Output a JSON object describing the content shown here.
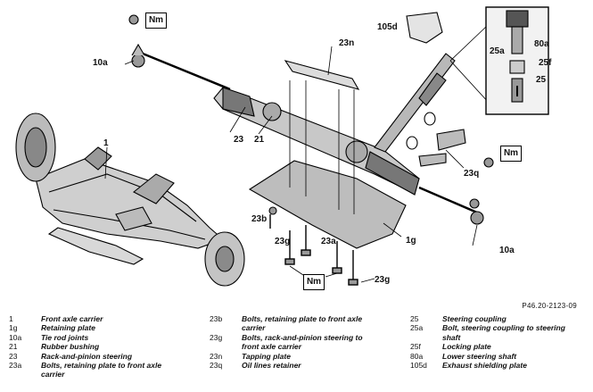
{
  "callouts": {
    "c10a_top": "10a",
    "c10a_bottom": "10a",
    "c1": "1",
    "c1g": "1g",
    "c21": "21",
    "c23": "23",
    "c23n": "23n",
    "c23q": "23q",
    "c23b": "23b",
    "c23g_left": "23g",
    "c23g_right": "23g",
    "c23a": "23a",
    "c105d": "105d",
    "c25a": "25a",
    "c80a": "80a",
    "c25f": "25f",
    "c25": "25"
  },
  "torque_label": "Nm",
  "figure_ref": "P46.20-2123-09",
  "legend": {
    "col1": [
      {
        "code": "1",
        "desc": "Front axle carrier"
      },
      {
        "code": "1g",
        "desc": "Retaining plate"
      },
      {
        "code": "10a",
        "desc": "Tie rod joints"
      },
      {
        "code": "21",
        "desc": "Rubber bushing"
      },
      {
        "code": "23",
        "desc": "Rack-and-pinion steering"
      },
      {
        "code": "23a",
        "desc": "Bolts, retaining plate to front axle carrier"
      }
    ],
    "col2": [
      {
        "code": "23b",
        "desc": "Bolts, retaining plate to front axle carrier"
      },
      {
        "code": "23g",
        "desc": "Bolts, rack-and-pinion steering to front axle carrier"
      },
      {
        "code": "23n",
        "desc": "Tapping plate"
      },
      {
        "code": "23q",
        "desc": "Oil lines retainer"
      }
    ],
    "col3": [
      {
        "code": "25",
        "desc": "Steering coupling"
      },
      {
        "code": "25a",
        "desc": "Bolt, steering coupling to steering shaft"
      },
      {
        "code": "25f",
        "desc": "Locking plate"
      },
      {
        "code": "80a",
        "desc": "Lower steering shaft"
      },
      {
        "code": "105d",
        "desc": "Exhaust shielding plate"
      }
    ]
  }
}
